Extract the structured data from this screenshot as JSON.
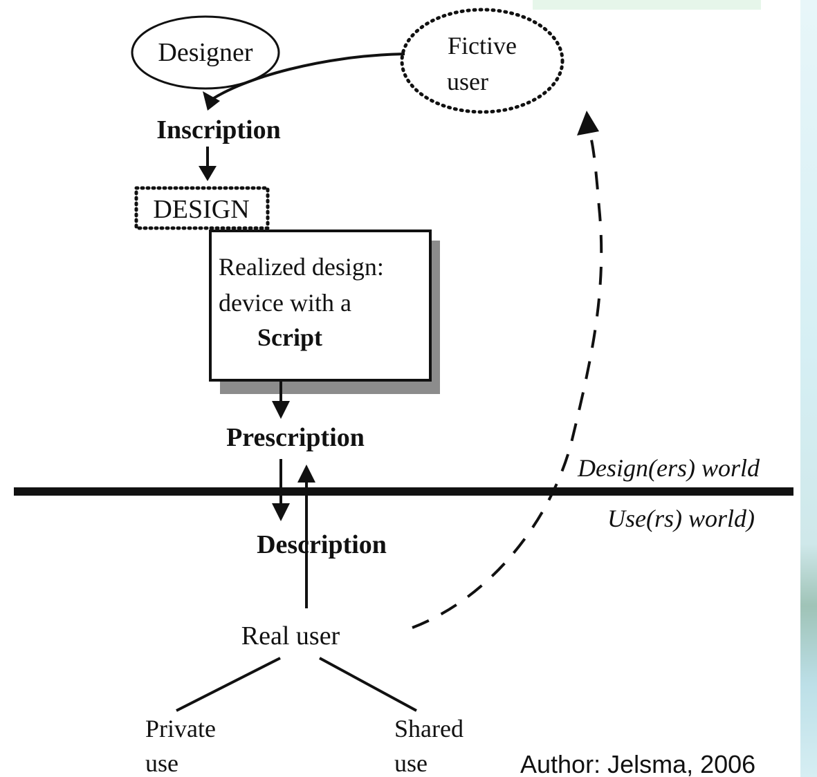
{
  "nodes": {
    "designer": "Designer",
    "fictive_user": [
      "Fictive",
      "user"
    ],
    "inscription": "Inscription",
    "design": "DESIGN",
    "realized_design": [
      "Realized design:",
      "device with a",
      "Script"
    ],
    "prescription": "Prescription",
    "description": "Description",
    "real_user": "Real user",
    "private_use": [
      "Private",
      "use"
    ],
    "shared_use": [
      "Shared",
      "use"
    ]
  },
  "zones": {
    "design_world": "Design(ers) world",
    "use_world": "Use(rs) world)"
  },
  "credit": "Author: Jelsma, 2006",
  "colors": {
    "ink": "#111111",
    "shadow": "#8c8c8c",
    "background_accent": "#d6eff4"
  }
}
